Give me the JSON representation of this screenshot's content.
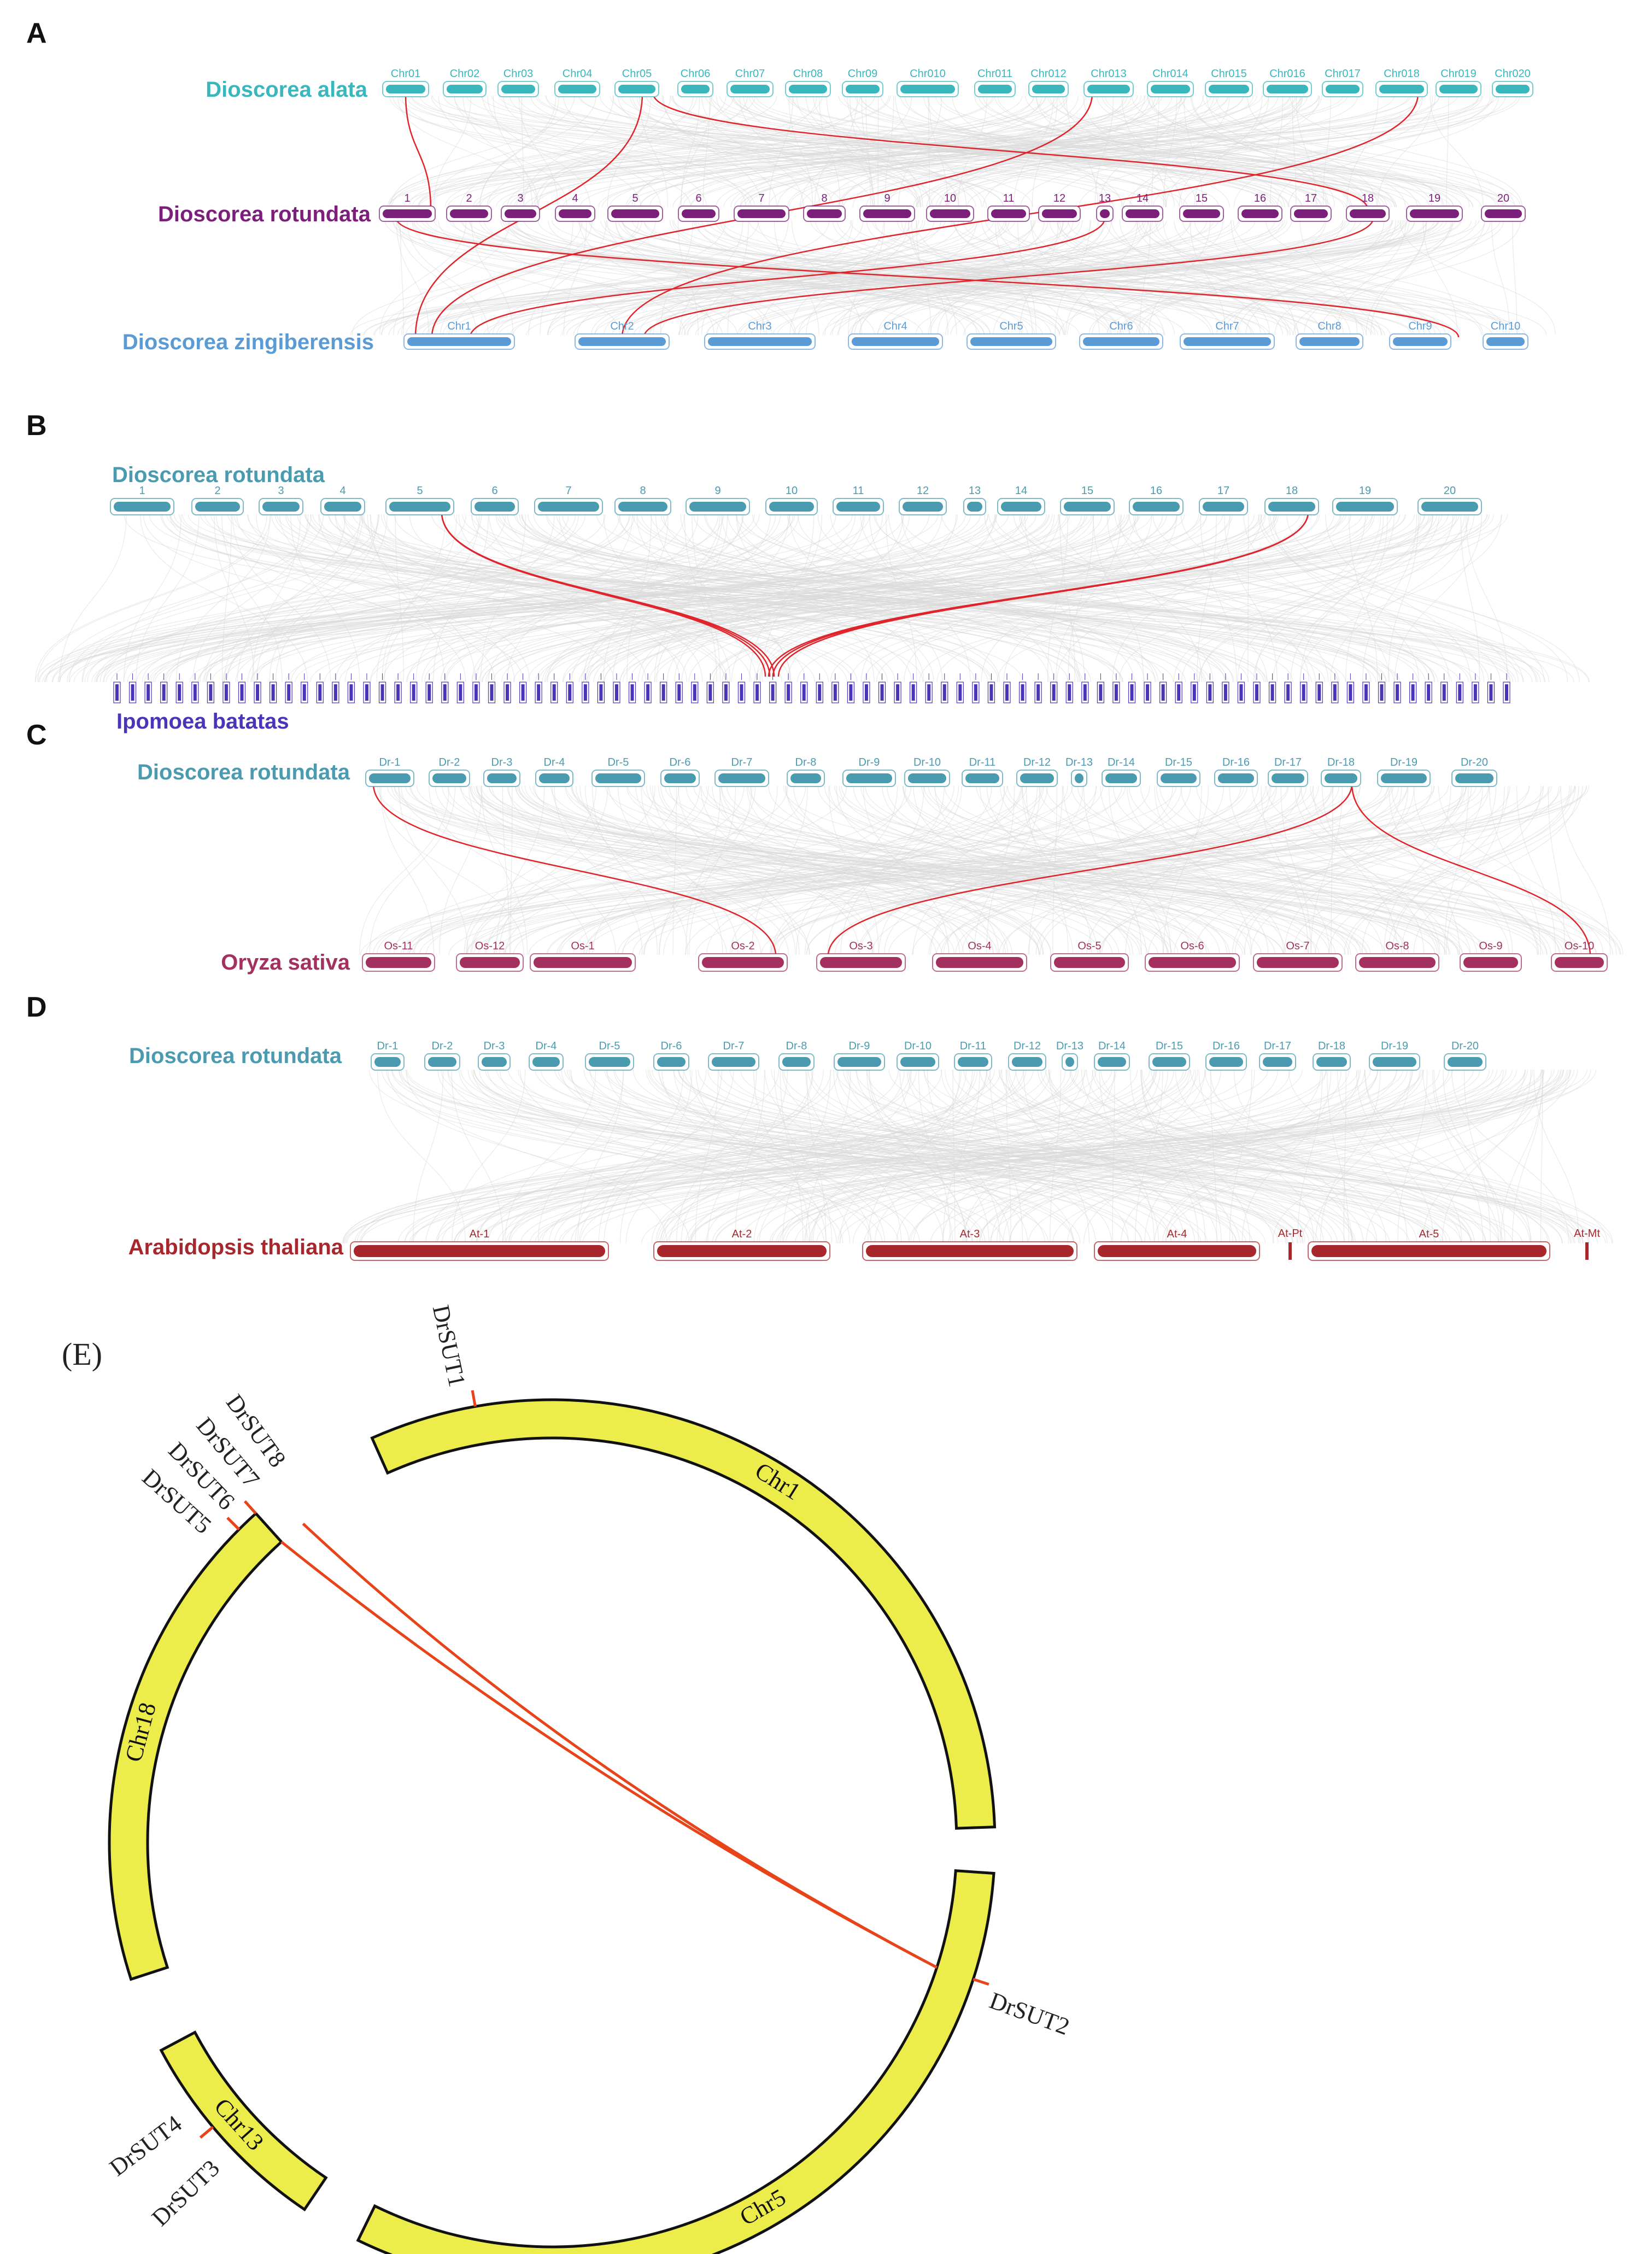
{
  "panels": {
    "A": {
      "letter": "A",
      "tracks": [
        {
          "species": "Dioscorea alata",
          "color": "#3ab7bd",
          "chromosomes": [
            "Chr01",
            "Chr02",
            "Chr03",
            "Chr04",
            "Chr05",
            "Chr06",
            "Chr07",
            "Chr08",
            "Chr09",
            "Chr010",
            "Chr011",
            "Chr012",
            "Chr013",
            "Chr014",
            "Chr015",
            "Chr016",
            "Chr017",
            "Chr018",
            "Chr019",
            "Chr020"
          ]
        },
        {
          "species": "Dioscorea rotundata",
          "color": "#7b1f7a",
          "chromosomes": [
            "1",
            "2",
            "3",
            "4",
            "5",
            "6",
            "7",
            "8",
            "9",
            "10",
            "11",
            "12",
            "13",
            "14",
            "15",
            "16",
            "17",
            "18",
            "19",
            "20"
          ]
        },
        {
          "species": "Dioscorea zingiberensis",
          "color": "#5b9bd5",
          "chromosomes": [
            "Chr1",
            "Chr2",
            "Chr3",
            "Chr4",
            "Chr5",
            "Chr6",
            "Chr7",
            "Chr8",
            "Chr9",
            "Chr10"
          ]
        }
      ]
    },
    "B": {
      "letter": "B",
      "tracks": [
        {
          "species": "Dioscorea rotundata",
          "color": "#4a9bb0",
          "chromosome_count": 20
        },
        {
          "species": "Ipomoea batatas",
          "color": "#4a35b8",
          "chromosome_count": 90
        }
      ]
    },
    "C": {
      "letter": "C",
      "tracks": [
        {
          "species": "Dioscorea rotundata",
          "color": "#4a9bb0",
          "chromosomes": [
            "Dr-1",
            "Dr-2",
            "Dr-3",
            "Dr-4",
            "Dr-5",
            "Dr-6",
            "Dr-7",
            "Dr-8",
            "Dr-9",
            "Dr-10",
            "Dr-11",
            "Dr-12",
            "Dr-13",
            "Dr-14",
            "Dr-15",
            "Dr-16",
            "Dr-17",
            "Dr-18",
            "Dr-19",
            "Dr-20"
          ]
        },
        {
          "species": "Oryza sativa",
          "color": "#a3305f",
          "chromosomes": [
            "Os-11",
            "Os-12",
            "Os-1",
            "Os-2",
            "Os-3",
            "Os-4",
            "Os-5",
            "Os-6",
            "Os-7",
            "Os-8",
            "Os-9",
            "Os-10"
          ]
        }
      ]
    },
    "D": {
      "letter": "D",
      "tracks": [
        {
          "species": "Dioscorea rotundata",
          "color": "#4a9bb0",
          "chromosomes": [
            "Dr-1",
            "Dr-2",
            "Dr-3",
            "Dr-4",
            "Dr-5",
            "Dr-6",
            "Dr-7",
            "Dr-8",
            "Dr-9",
            "Dr-10",
            "Dr-11",
            "Dr-12",
            "Dr-13",
            "Dr-14",
            "Dr-15",
            "Dr-16",
            "Dr-17",
            "Dr-18",
            "Dr-19",
            "Dr-20"
          ]
        },
        {
          "species": "Arabidopsis thaliana",
          "color": "#a8272c",
          "chromosomes": [
            "At-1",
            "At-2",
            "At-3",
            "At-4",
            "At-Pt",
            "At-5",
            "At-Mt"
          ]
        }
      ]
    },
    "E": {
      "letter": "(E)",
      "chromosomes": [
        "Chr1",
        "Chr5",
        "Chr13",
        "Chr18"
      ],
      "genes": [
        "DrSUT1",
        "DrSUT2",
        "DrSUT3",
        "DrSUT4",
        "DrSUT5",
        "DrSUT6",
        "DrSUT7",
        "DrSUT8"
      ],
      "fill_color": "#ecec4a",
      "link_color": "#e8441a"
    }
  }
}
